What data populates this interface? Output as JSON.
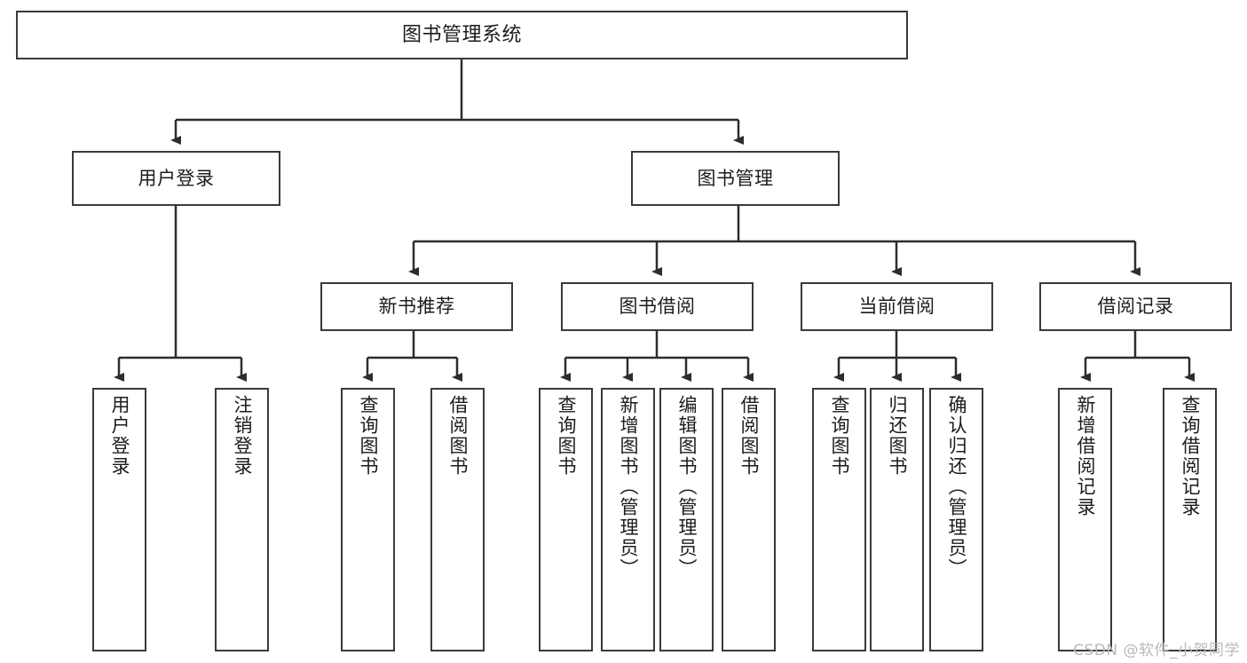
{
  "diagram": {
    "title": "图书管理系统",
    "type": "functional-structure-tree",
    "watermark": "CSDN @软件_小贺同学",
    "colors": {
      "background": "#ffffff",
      "border": "#3a3a3a",
      "text": "#1c1c1c",
      "connector": "#2d2d2d",
      "watermark": "#b9b9b9"
    },
    "levels": {
      "root": {
        "label": "图书管理系统"
      },
      "level2": [
        {
          "label": "用户登录"
        },
        {
          "label": "图书管理"
        }
      ],
      "level3": [
        {
          "label": "新书推荐"
        },
        {
          "label": "图书借阅"
        },
        {
          "label": "当前借阅"
        },
        {
          "label": "借阅记录"
        }
      ],
      "leaves": {
        "user_login": [
          {
            "label": "用户登录"
          },
          {
            "label": "注销登录"
          }
        ],
        "new_book_recommend": [
          {
            "label": "查询图书"
          },
          {
            "label": "借阅图书"
          }
        ],
        "book_borrow": [
          {
            "label": "查询图书"
          },
          {
            "label": "新增图书（管理员）"
          },
          {
            "label": "编辑图书（管理员）"
          },
          {
            "label": "借阅图书"
          }
        ],
        "current_borrow": [
          {
            "label": "查询图书"
          },
          {
            "label": "归还图书"
          },
          {
            "label": "确认归还（管理员）"
          }
        ],
        "borrow_record": [
          {
            "label": "新增借阅记录"
          },
          {
            "label": "查询借阅记录"
          }
        ]
      }
    }
  }
}
